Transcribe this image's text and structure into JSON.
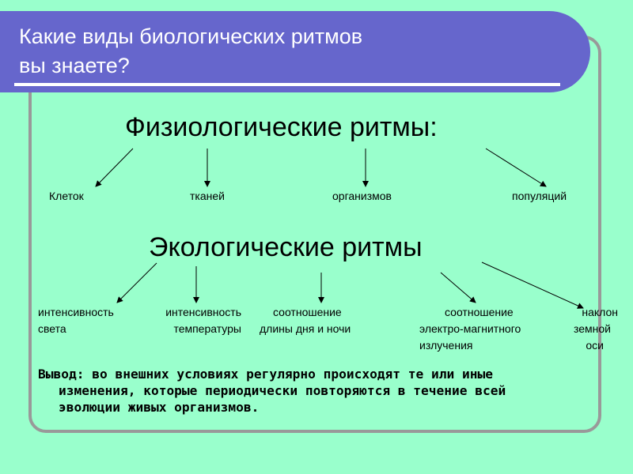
{
  "title": {
    "line1": "Какие виды биологических ритмов",
    "line2": "вы знаете?"
  },
  "physiological": {
    "heading": "Физиологические ритмы:",
    "items": [
      "Клеток",
      "тканей",
      "организмов",
      "популяций"
    ]
  },
  "ecological": {
    "heading": "Экологические ритмы",
    "items": [
      {
        "lines": [
          "интенсивность",
          "света"
        ]
      },
      {
        "lines": [
          "интенсивность",
          "температуры"
        ]
      },
      {
        "lines": [
          "соотношение",
          "длины дня и ночи"
        ]
      },
      {
        "lines": [
          "соотношение",
          "электро-магнитного",
          "излучения"
        ]
      },
      {
        "lines": [
          "наклон",
          "земной",
          "оси"
        ]
      }
    ]
  },
  "conclusion": {
    "line1": "Вывод: во внешних условиях регулярно происходят те или иные",
    "line2": "изменения, которые периодически повторяются в течение всей",
    "line3": "эволюции живых организмов."
  },
  "colors": {
    "background": "#99ffcc",
    "title_bar": "#6666cc",
    "frame": "#999999"
  }
}
